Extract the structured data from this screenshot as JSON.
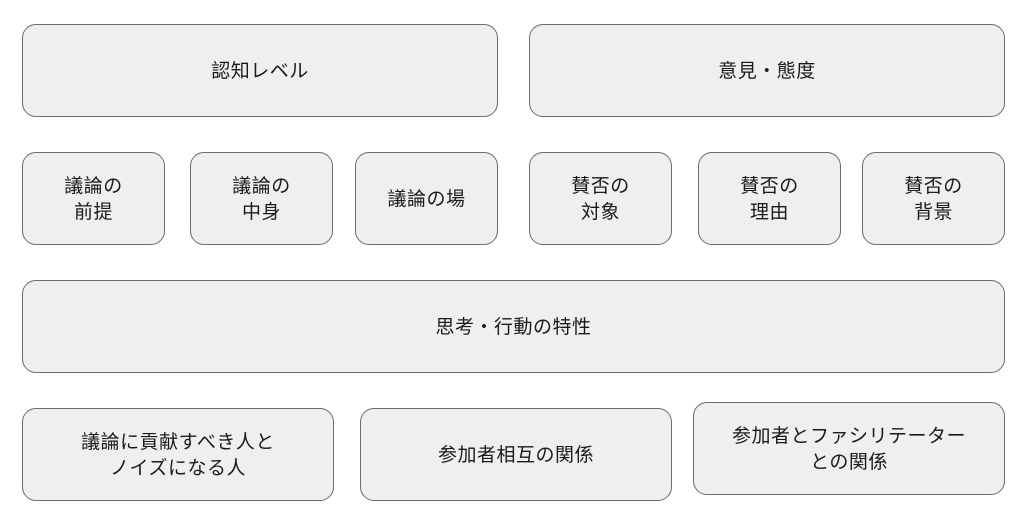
{
  "diagram": {
    "top_row": {
      "cognition": "認知レベル",
      "opinion": "意見・態度"
    },
    "middle_row": [
      {
        "line1": "議論の",
        "line2": "前提"
      },
      {
        "line1": "議論の",
        "line2": "中身"
      },
      {
        "line1": "議論の場",
        "line2": ""
      },
      {
        "line1": "賛否の",
        "line2": "対象"
      },
      {
        "line1": "賛否の",
        "line2": "理由"
      },
      {
        "line1": "賛否の",
        "line2": "背景"
      }
    ],
    "traits": "思考・行動の特性",
    "bottom_row": [
      {
        "line1": "議論に貢献すべき人と",
        "line2": "ノイズになる人"
      },
      {
        "line1": "参加者相互の関係",
        "line2": ""
      },
      {
        "line1": "参加者とファシリテーター",
        "line2": "との関係"
      }
    ]
  }
}
